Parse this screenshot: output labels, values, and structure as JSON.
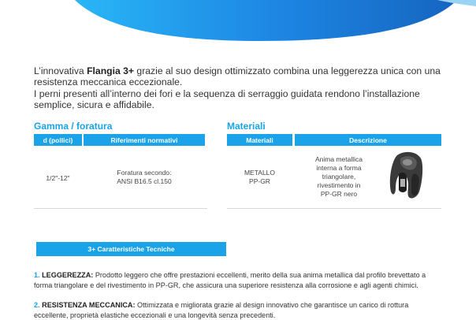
{
  "intro": {
    "line1_pre": "L’innovativa ",
    "brand": "Flangia 3+",
    "line1_post": " grazie al suo design ottimizzato combina una leggerezza unica con una resistenza meccanica eccezionale.",
    "line2": "I perni presenti all’interno dei fori e la sequenza di serraggio guidata rendono l’installazione semplice, sicura e affidabile."
  },
  "gamma": {
    "title": "Gamma / foratura",
    "columns": [
      "d (pollici)",
      "Riferimenti normativi"
    ],
    "row": {
      "size": "1/2\"-12\"",
      "ref_line1": "Foratura secondo:",
      "ref_line2": "ANSI B16.5 cl.150"
    }
  },
  "materiali": {
    "title": "Materiali",
    "columns": [
      "Materiali",
      "Descrizione"
    ],
    "row": {
      "mat_line1": "METALLO",
      "mat_line2": "PP-GR",
      "desc_lines": [
        "Anima metallica",
        "interna a forma",
        "triangolare,",
        "rivestimento in",
        "PP-GR nero"
      ]
    }
  },
  "characteristics": {
    "header": "3+ Caratteristiche Tecniche",
    "items": [
      {
        "number": "1.",
        "heading": "LEGGEREZZA:",
        "text": " Prodotto leggero che offre prestazioni eccellenti, merito della sua anima metallica dal profilo brevettato a forma triangolare e del rivestimento in PP-GR, che assicura una superiore resistenza alla corrosione e agli agenti chimici."
      },
      {
        "number": "2.",
        "heading": "RESISTENZA MECCANICA:",
        "text": " Ottimizzata e migliorata grazie al design innovativo che garantisce un carico di rottura eccellente, proprietà elastiche eccezionali e una longevità senza precedenti."
      }
    ]
  },
  "colors": {
    "accent": "#1aa3e8",
    "wave_dark": "#1565c0",
    "wave_light": "#29b6f6"
  },
  "icons": {
    "product_image": "flange-product-image"
  }
}
